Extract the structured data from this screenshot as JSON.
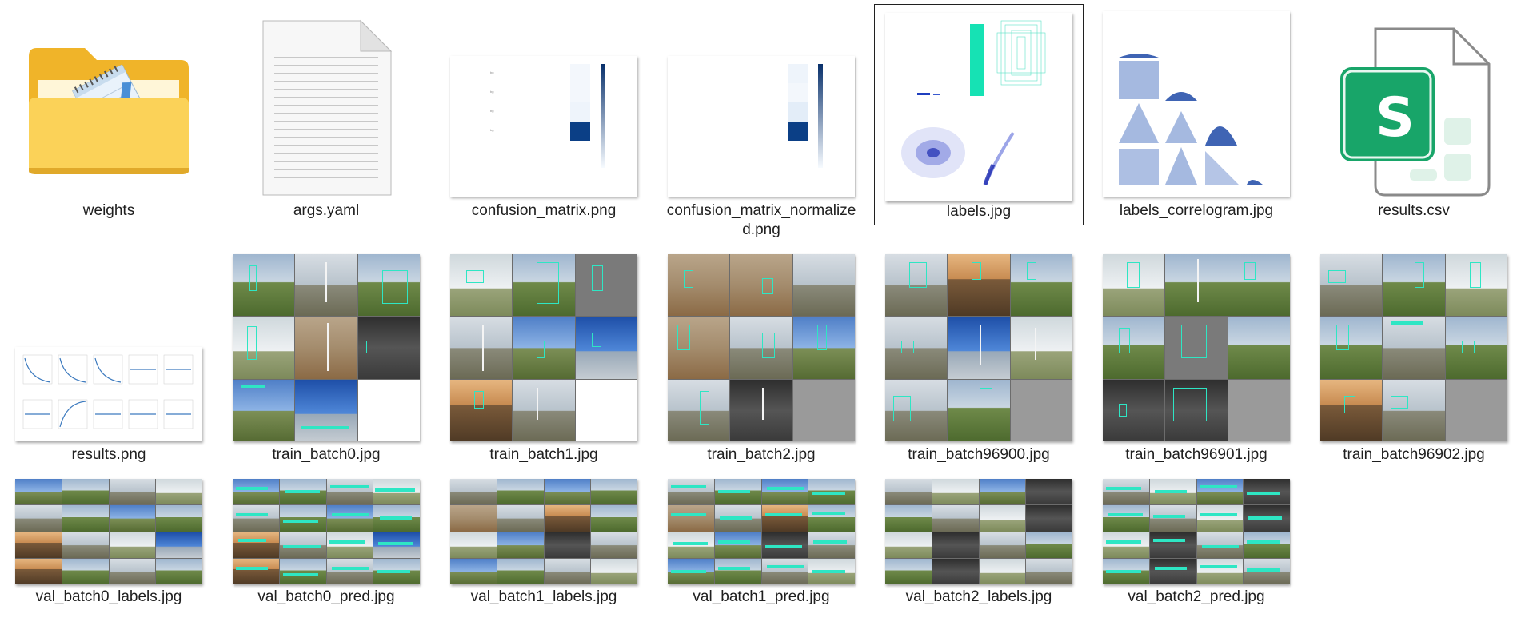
{
  "files": [
    {
      "name": "weights",
      "icon": "folder-icon"
    },
    {
      "name": "args.yaml",
      "icon": "text-file-icon"
    },
    {
      "name": "confusion_matrix.png",
      "icon": "image-thumbnail"
    },
    {
      "name": "confusion_matrix_normalized.png",
      "icon": "image-thumbnail"
    },
    {
      "name": "labels.jpg",
      "icon": "image-thumbnail",
      "selected": true
    },
    {
      "name": "labels_correlogram.jpg",
      "icon": "image-thumbnail"
    },
    {
      "name": "results.csv",
      "icon": "spreadsheet-icon"
    },
    {
      "name": "results.png",
      "icon": "image-thumbnail"
    },
    {
      "name": "train_batch0.jpg",
      "icon": "image-thumbnail"
    },
    {
      "name": "train_batch1.jpg",
      "icon": "image-thumbnail"
    },
    {
      "name": "train_batch2.jpg",
      "icon": "image-thumbnail"
    },
    {
      "name": "train_batch96900.jpg",
      "icon": "image-thumbnail"
    },
    {
      "name": "train_batch96901.jpg",
      "icon": "image-thumbnail"
    },
    {
      "name": "train_batch96902.jpg",
      "icon": "image-thumbnail"
    },
    {
      "name": "val_batch0_labels.jpg",
      "icon": "image-thumbnail"
    },
    {
      "name": "val_batch0_pred.jpg",
      "icon": "image-thumbnail"
    },
    {
      "name": "val_batch1_labels.jpg",
      "icon": "image-thumbnail"
    },
    {
      "name": "val_batch1_pred.jpg",
      "icon": "image-thumbnail"
    },
    {
      "name": "val_batch2_labels.jpg",
      "icon": "image-thumbnail"
    },
    {
      "name": "val_batch2_pred.jpg",
      "icon": "image-thumbnail"
    }
  ],
  "spreadsheet_letter": "S",
  "colors": {
    "accent_cyan": "#2ee6c4",
    "sheet_green": "#1aa06a",
    "folder_yellow": "#f5c242"
  }
}
